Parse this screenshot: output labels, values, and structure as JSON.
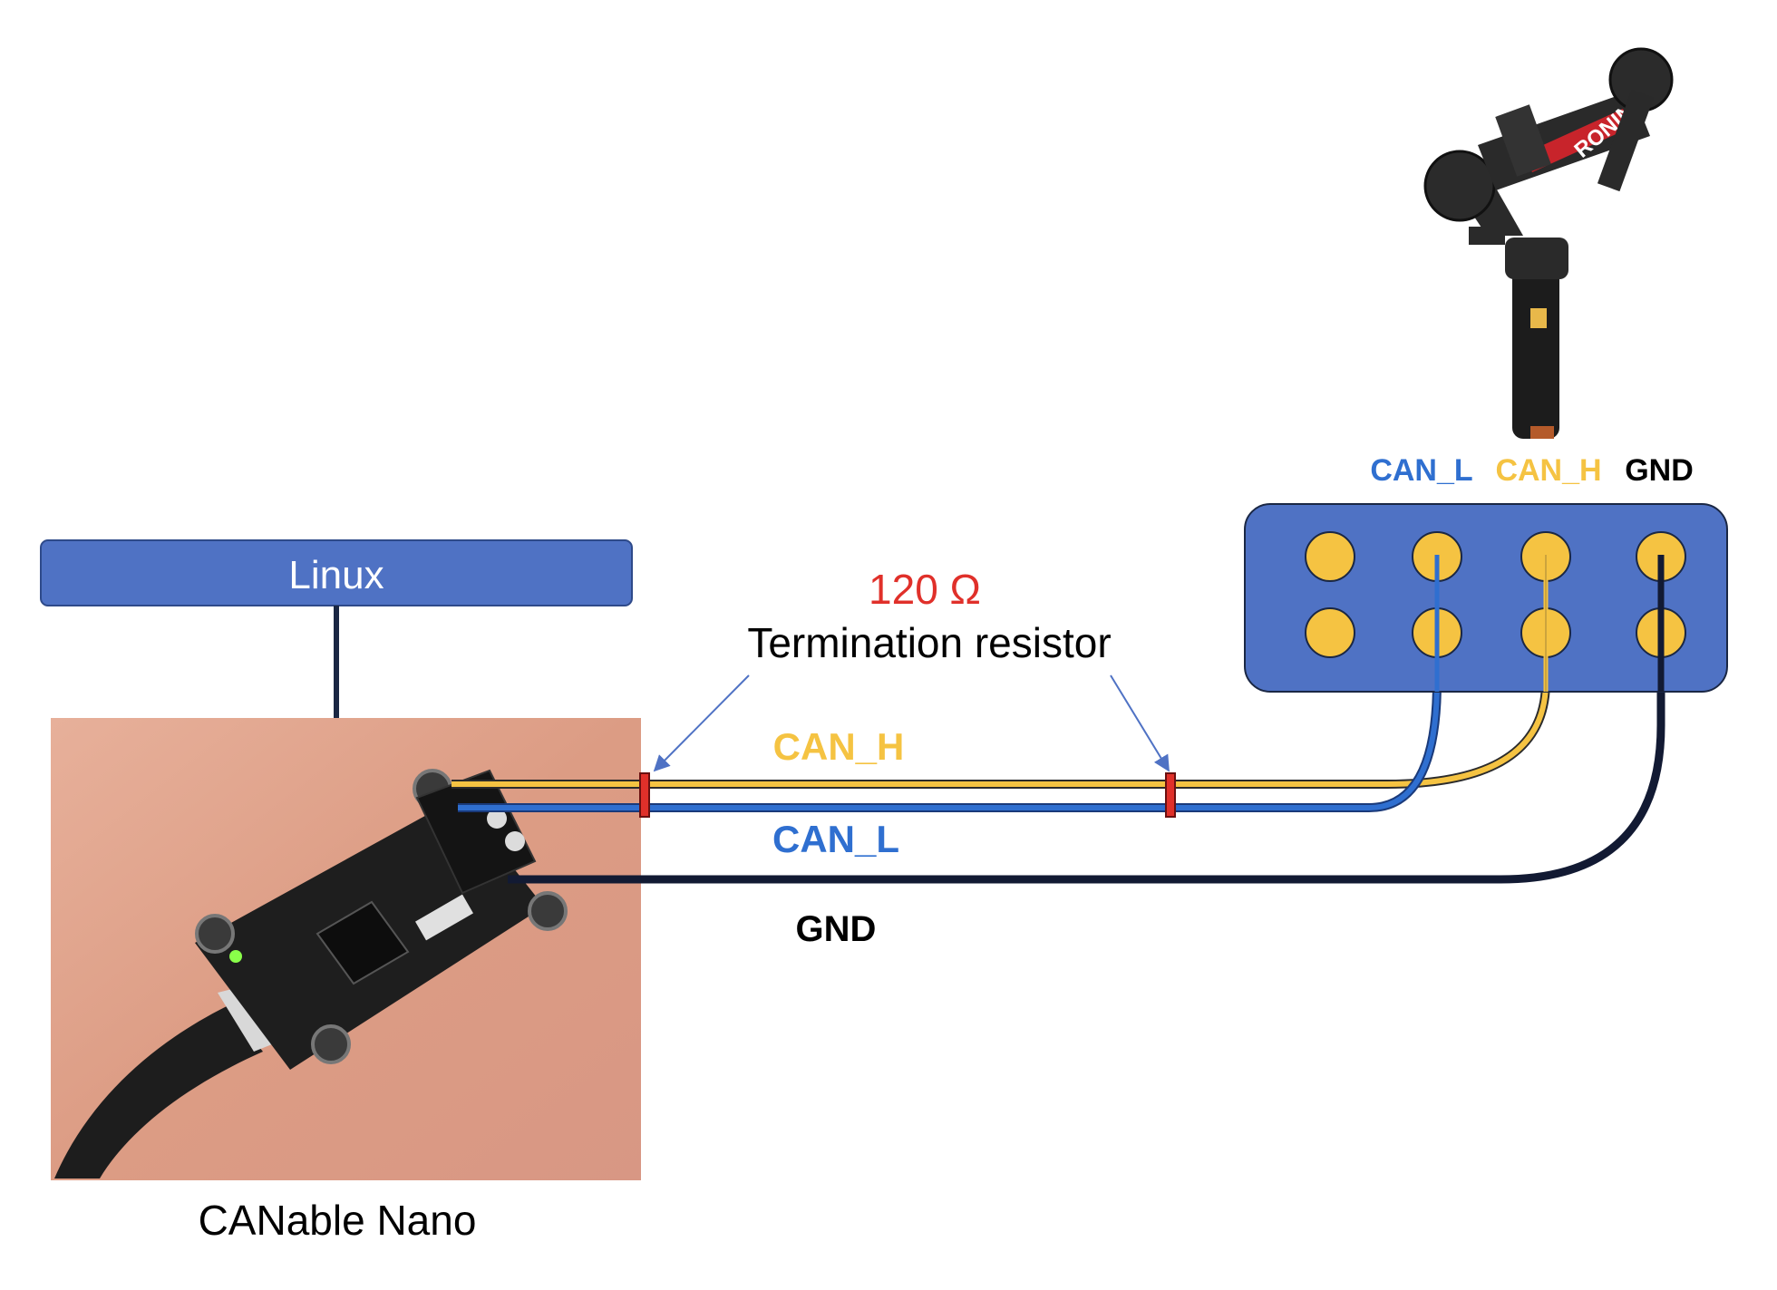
{
  "host_box": {
    "label": "Linux",
    "fill": "#4f72c4",
    "text_color": "#ffffff"
  },
  "adapter": {
    "caption": "CANable Nano",
    "photo_bg": "#dea08a"
  },
  "resistor": {
    "value": "120 Ω",
    "value_color": "#e0302a",
    "description": "Termination resistor",
    "marker_color": "#e0302a"
  },
  "wires": {
    "can_h": {
      "label": "CAN_H",
      "color": "#f5c342"
    },
    "can_l": {
      "label": "CAN_L",
      "color": "#2f6fd0"
    },
    "gnd": {
      "label": "GND",
      "color": "#000000"
    }
  },
  "connector": {
    "fill": "#4f72c4",
    "pin_color": "#f5c342",
    "pin_labels": [
      {
        "text": "CAN_L",
        "color": "#2f6fd0"
      },
      {
        "text": "CAN_H",
        "color": "#f5c342"
      },
      {
        "text": "GND",
        "color": "#000000"
      }
    ]
  },
  "gimbal": {
    "brand_text": "RONIN"
  }
}
